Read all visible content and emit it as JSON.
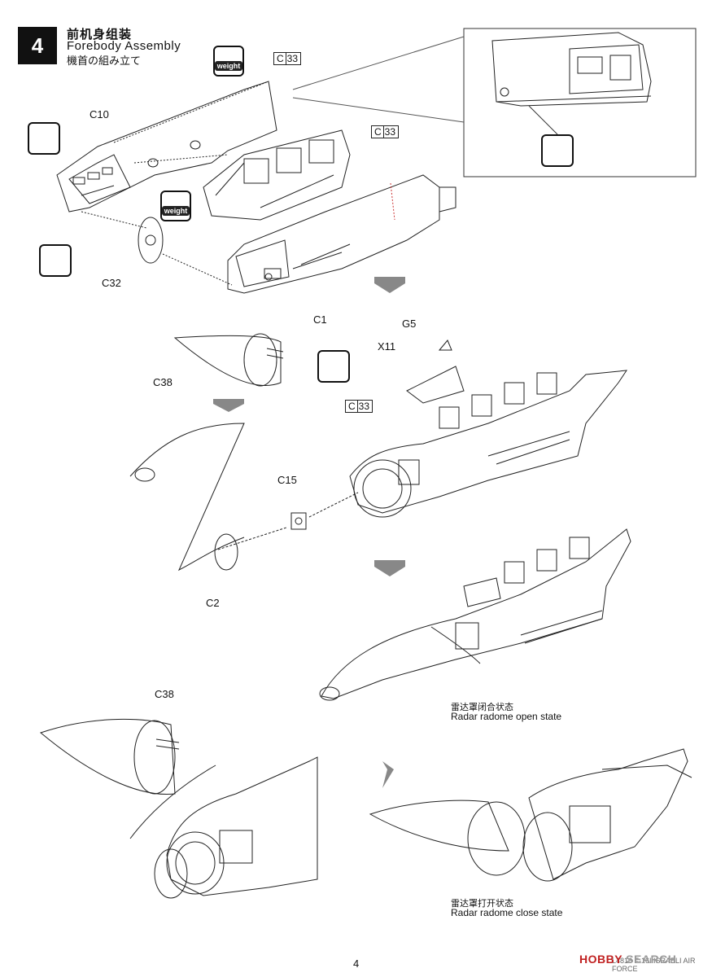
{
  "step": {
    "number": "4",
    "title_cn": "前机身组装",
    "title_en": "Forebody Assembly",
    "title_jp": "機首の組み立て"
  },
  "badges": {
    "weight": "weight"
  },
  "labels": {
    "c10": "C10",
    "c32": "C32",
    "c1": "C1",
    "c33_a": "33",
    "c33_b": "33",
    "c33_c": "33",
    "c_prefix": "C",
    "g5": "G5",
    "x11": "X11",
    "c38_a": "C38",
    "c15": "C15",
    "c2": "C2",
    "c38_b": "C38"
  },
  "captions": {
    "open_cn": "雷达罩闭合状态",
    "open_en": "Radar radome open state",
    "close_cn": "雷达罩打开状态",
    "close_en": "Radar radome close state"
  },
  "footer": {
    "page_number": "4",
    "code": "L4816 F-16I ISRAELI AIR FORCE",
    "watermark_brand": "HOBBY",
    "watermark_rest": " SEARCH"
  },
  "icons": [
    "cement-icon",
    "weight-icon",
    "arrow-down-icon",
    "arrow-right-icon"
  ]
}
